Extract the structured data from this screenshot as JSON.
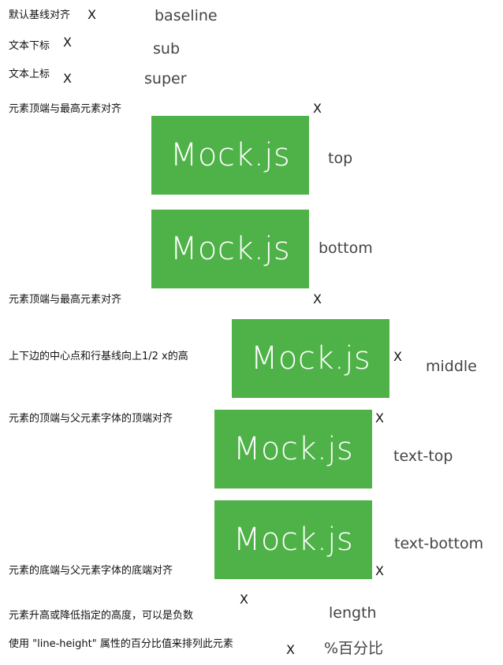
{
  "logo_text": "Mock.js",
  "x_mark": "X",
  "rows": [
    {
      "desc": "默认基线对齐",
      "keyword": "baseline"
    },
    {
      "desc": "文本下标",
      "keyword": "sub"
    },
    {
      "desc": "文本上标",
      "keyword": "super"
    },
    {
      "desc": "元素顶端与最高元素对齐",
      "keyword": "top"
    },
    {
      "keyword": "bottom"
    },
    {
      "desc": "元素顶端与最高元素对齐"
    },
    {
      "desc": "上下边的中心点和行基线向上1/2 x的高",
      "keyword": "middle"
    },
    {
      "desc": "元素的顶端与父元素字体的顶端对齐",
      "keyword": "text-top"
    },
    {
      "desc": "元素的底端与父元素字体的底端对齐",
      "keyword": "text-bottom"
    },
    {
      "desc": "元素升高或降低指定的高度，可以是负数",
      "keyword": "length"
    },
    {
      "desc": "使用 \"line-height\" 属性的百分比值来排列此元素",
      "keyword": "%百分比"
    }
  ]
}
